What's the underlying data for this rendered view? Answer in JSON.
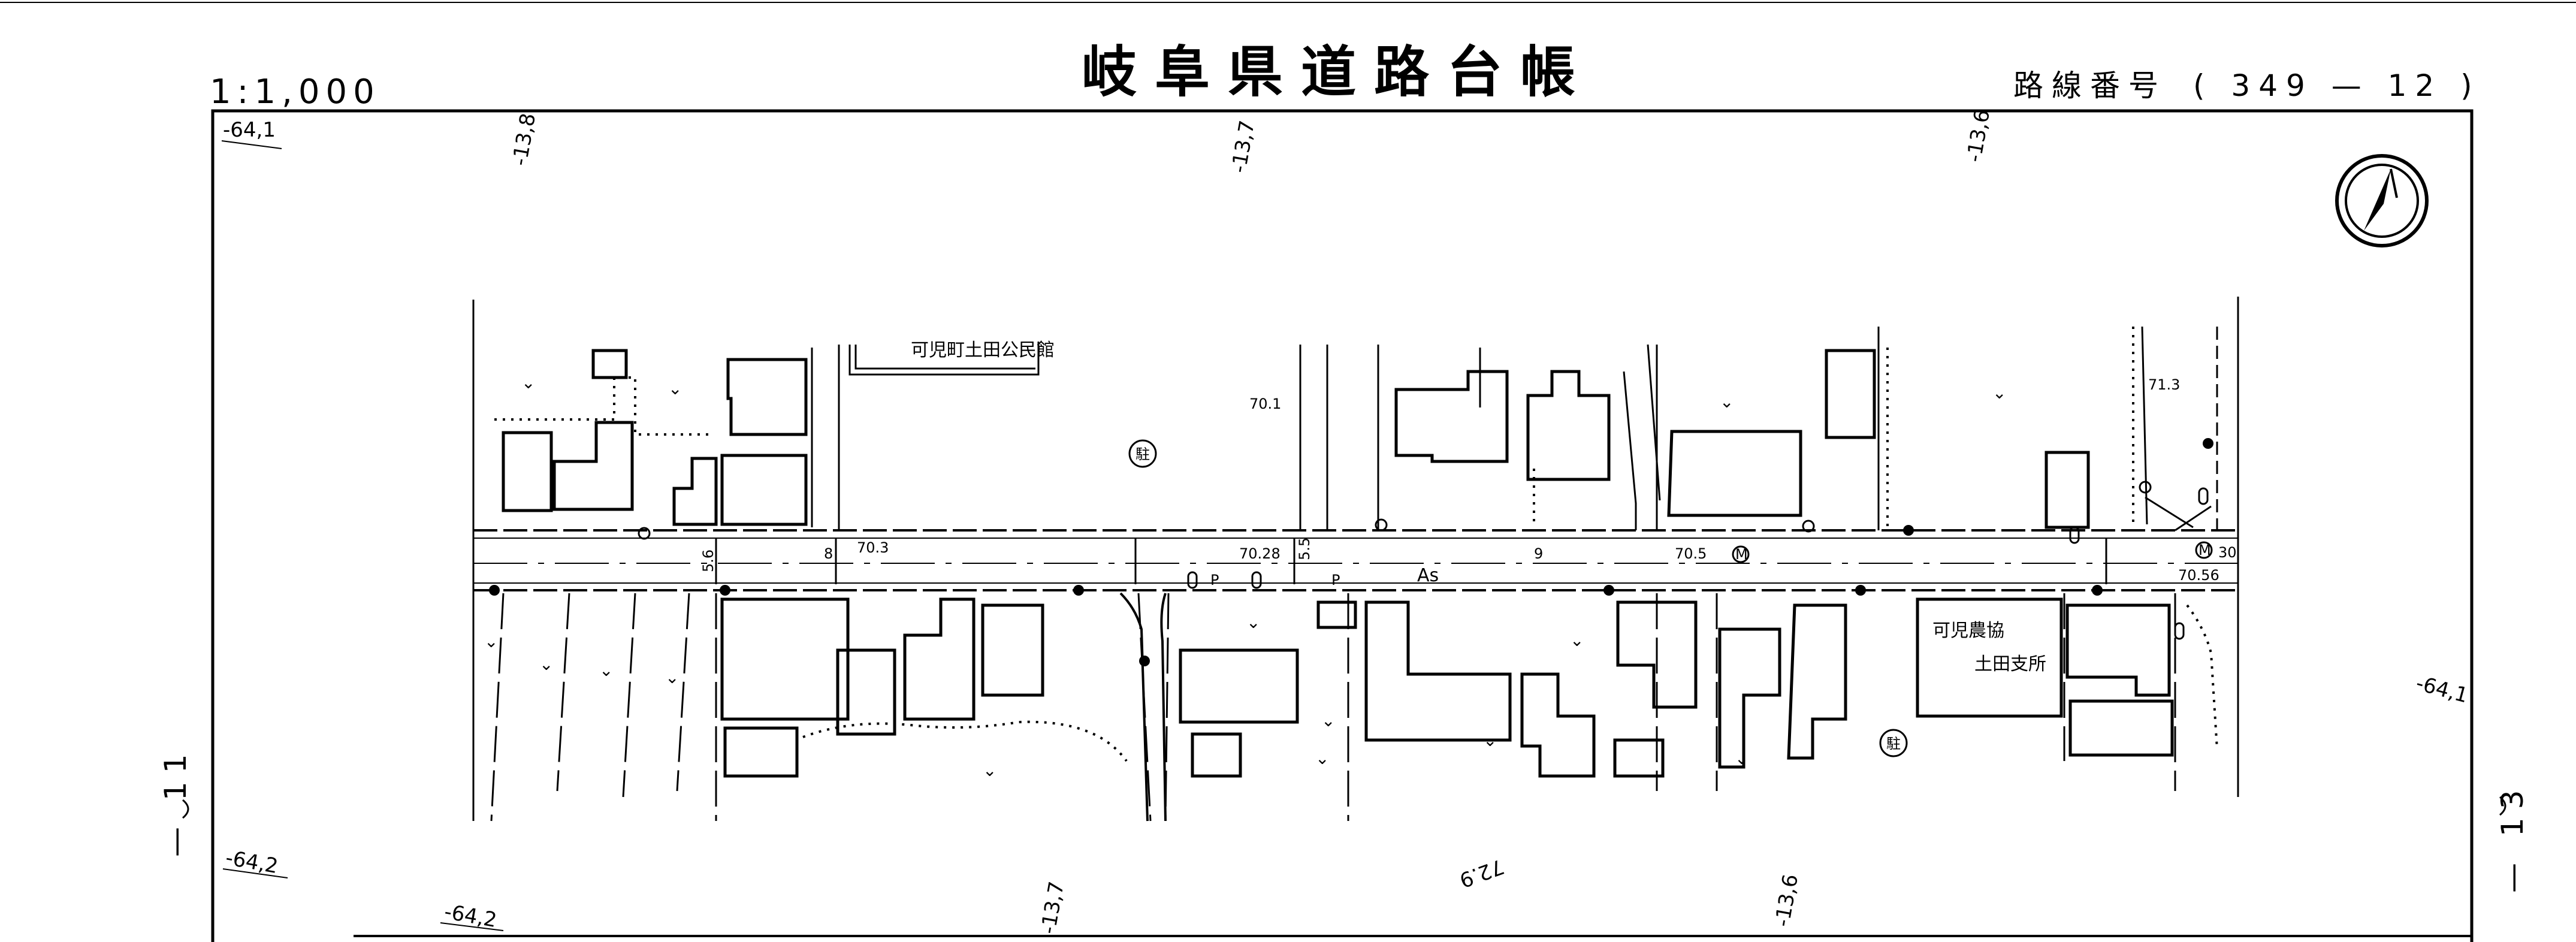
{
  "header": {
    "scale": "1:1,000",
    "title": "岐阜県道路台帳",
    "route_prefix": "路線番号",
    "route_number": "( 349 — 12 )"
  },
  "sheet_refs": {
    "left": "— 11",
    "right": "— 13"
  },
  "grid_labels": {
    "y_top_left": "-64,1",
    "y_right": "-64,1",
    "y_bottom_left": "-64,2",
    "y_bottom_left2": "-64,2",
    "x_top_1": "-13,8",
    "x_top_2": "-13,7",
    "x_top_3": "-13,6",
    "x_bottom_1": "-13,7",
    "x_bottom_2": "-13,6",
    "handwritten": "72.9"
  },
  "facilities": {
    "hall": "可児町土田公民館",
    "coop_1": "可児農協",
    "coop_2": "土田支所"
  },
  "elevations": {
    "e701": "70.1",
    "e703": "70.3",
    "e7028": "70.28",
    "e705": "70.5",
    "e7056": "70.56",
    "e713": "71.3"
  },
  "road": {
    "surface": "As",
    "width_left": "5.6",
    "width_8": "8",
    "width_55": "5.5",
    "width_9": "9",
    "width_30": "30",
    "marker_p": "P"
  },
  "symbols": {
    "parking": "駐",
    "manhole": "M",
    "north_arrow": "north"
  }
}
